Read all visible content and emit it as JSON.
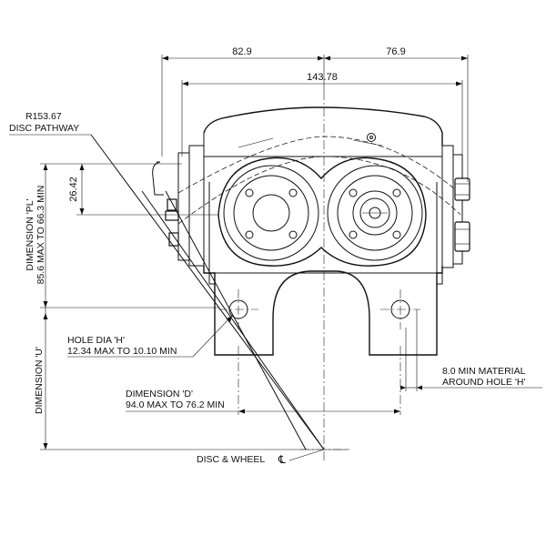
{
  "dimensions": {
    "top_left": "82.9",
    "top_right": "76.9",
    "overall_width": "143.78",
    "pl_offset": "26.42"
  },
  "labels": {
    "disc_radius": "R153.67",
    "disc_pathway": "DISC PATHWAY",
    "dim_pl_title": "DIMENSION 'PL'",
    "dim_pl_range": "85.6 MAX TO 66.3 MIN",
    "dim_u": "DIMENSION 'U'",
    "hole_title": "HOLE DIA 'H'",
    "hole_range": "12.34 MAX TO 10.10 MIN",
    "dim_d_title": "DIMENSION 'D'",
    "dim_d_range": "94.0 MAX TO 76.2 MIN",
    "material_line1": "8.0 MIN MATERIAL",
    "material_line2": "AROUND HOLE 'H'",
    "centerline_label": "DISC & WHEEL",
    "centerline_symbol": "℄"
  }
}
